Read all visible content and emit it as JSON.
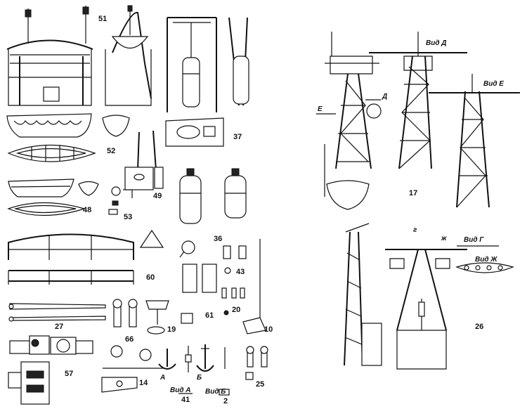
{
  "callouts": {
    "n51": "51",
    "n37": "37",
    "n52": "52",
    "n49": "49",
    "n48": "48",
    "n53": "53",
    "n36": "36",
    "n60": "60",
    "n43": "43",
    "n20": "20",
    "n61": "61",
    "n27": "27",
    "n19": "19",
    "n66": "66",
    "n10": "10",
    "n57": "57",
    "n14": "14",
    "n41": "41",
    "n2": "2",
    "n25": "25",
    "n17": "17",
    "n26": "26",
    "a1": "А",
    "b1": "Б",
    "e1": "Е",
    "d1": "Д",
    "g1": "г",
    "zh1": "ж"
  },
  "view_labels": {
    "vid_d": "Вид Д",
    "vid_e": "Вид Е",
    "vid_a": "Вид А",
    "vid_b": "Вид Б",
    "vid_g": "Вид Г",
    "vid_zh": "Вид Ж"
  }
}
